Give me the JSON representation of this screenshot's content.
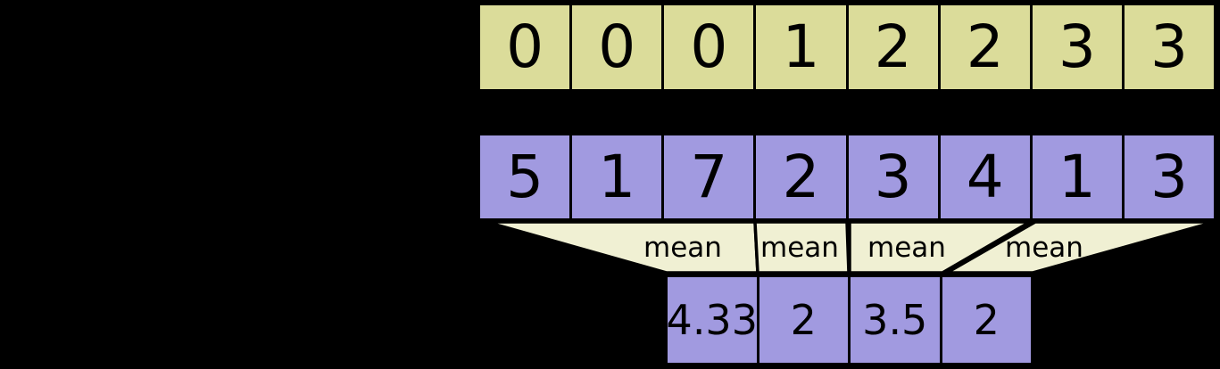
{
  "rows": {
    "segment_ids": {
      "values": [
        "0",
        "0",
        "0",
        "1",
        "2",
        "2",
        "3",
        "3"
      ]
    },
    "data": {
      "values": [
        "5",
        "1",
        "7",
        "2",
        "3",
        "4",
        "1",
        "3"
      ]
    },
    "result": {
      "values": [
        "4.33",
        "2",
        "3.5",
        "2"
      ]
    }
  },
  "operations": {
    "labels": [
      "mean",
      "mean",
      "mean",
      "mean"
    ]
  },
  "colors": {
    "background": "#000000",
    "segment_row_fill": "#dbdc9a",
    "data_row_fill": "#a19ae0",
    "funnel_fill": "#f0f0d3",
    "border": "#000000",
    "text": "#000000"
  }
}
